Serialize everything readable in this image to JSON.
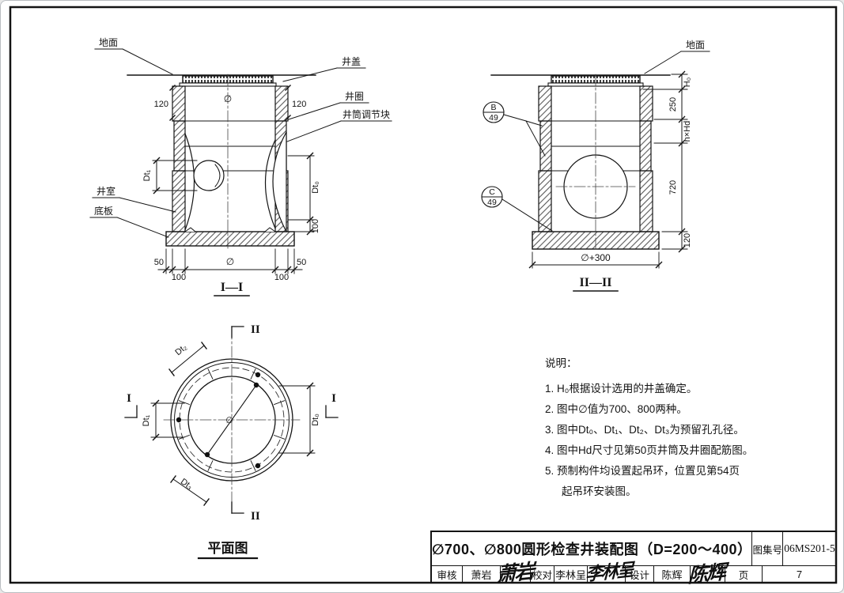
{
  "sections": {
    "sec1": {
      "title": "I—I",
      "labels": {
        "ground": "地面",
        "cover": "井盖",
        "ring": "井圈",
        "adjuster": "井筒调节块",
        "chamber": "井室",
        "base_plate": "底板"
      },
      "dims": {
        "d120_left": "120",
        "d120_right": "120",
        "dia_center": "∅",
        "dt1": "Dt₁",
        "dt0": "Dt₀",
        "d100_right": "100",
        "d50_left": "50",
        "d100_bottom_left": "100",
        "dia_bottom": "∅",
        "d100_bottom_right": "100",
        "d50_right": "50"
      }
    },
    "sec2": {
      "title": "II—II",
      "labels": {
        "ground": "地面"
      },
      "refs": {
        "b_letter": "B",
        "b_page": "49",
        "c_letter": "C",
        "c_page": "49"
      },
      "dims": {
        "h0": "H₀",
        "d250": "250",
        "nxhd": "n×Hd",
        "d720": "720",
        "d120": "120",
        "dia_plus_300": "∅+300"
      }
    },
    "plan": {
      "title": "平面图",
      "marks": {
        "i": "I",
        "ii": "II"
      },
      "dims": {
        "dt0": "Dt₀",
        "dt1": "Dt₁",
        "dt2": "Dt₂",
        "dt3": "Dt₃"
      },
      "center_symbol": "∅"
    }
  },
  "notes": {
    "heading": "说明：",
    "items": [
      "1. H₀根据设计选用的井盖确定。",
      "2. 图中∅值为700、800两种。",
      "3. 图中Dt₀、Dt₁、Dt₂、Dt₃为预留孔孔径。",
      "4. 图中Hd尺寸见第50页井筒及井圈配筋图。",
      "5. 预制构件均设置起吊环，位置见第54页",
      "起吊环安装图。"
    ]
  },
  "title_block": {
    "title": "∅700、∅800圆形检查井装配图（D=200～400）",
    "atlas_label": "图集号",
    "atlas_no": "06MS201-5",
    "page_label": "页",
    "page_no": "7",
    "reviewer_label": "审核",
    "reviewer_name": "萧岩",
    "checker_label": "校对",
    "checker_name": "李林呈",
    "designer_label": "设计",
    "designer_name": "陈辉",
    "signatures": [
      "萧岩",
      "李林呈",
      "陈辉"
    ]
  }
}
